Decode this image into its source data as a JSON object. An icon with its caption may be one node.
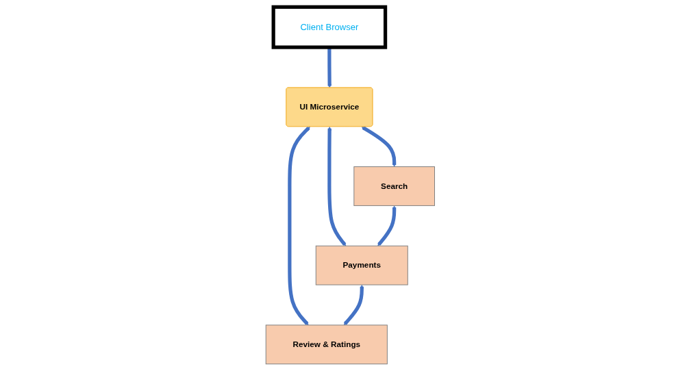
{
  "diagram": {
    "nodes": [
      {
        "text": [
          "Client Browser"
        ]
      },
      {
        "text": [
          "UI Microservice"
        ]
      },
      {
        "text": [
          "Search"
        ]
      },
      {
        "text": [
          "Payments"
        ]
      },
      {
        "text": [
          "Review & Ratings"
        ]
      }
    ],
    "edges": [
      {
        "from": 0,
        "to": 1,
        "arrow": "to"
      },
      {
        "from": 1,
        "to": 2,
        "arrow": "both"
      },
      {
        "from": 1,
        "to": 3,
        "arrow": "both"
      },
      {
        "from": 1,
        "to": 4,
        "arrow": "both"
      },
      {
        "from": 2,
        "to": 3,
        "arrow": "both"
      },
      {
        "from": 3,
        "to": 4,
        "arrow": "both"
      }
    ]
  }
}
